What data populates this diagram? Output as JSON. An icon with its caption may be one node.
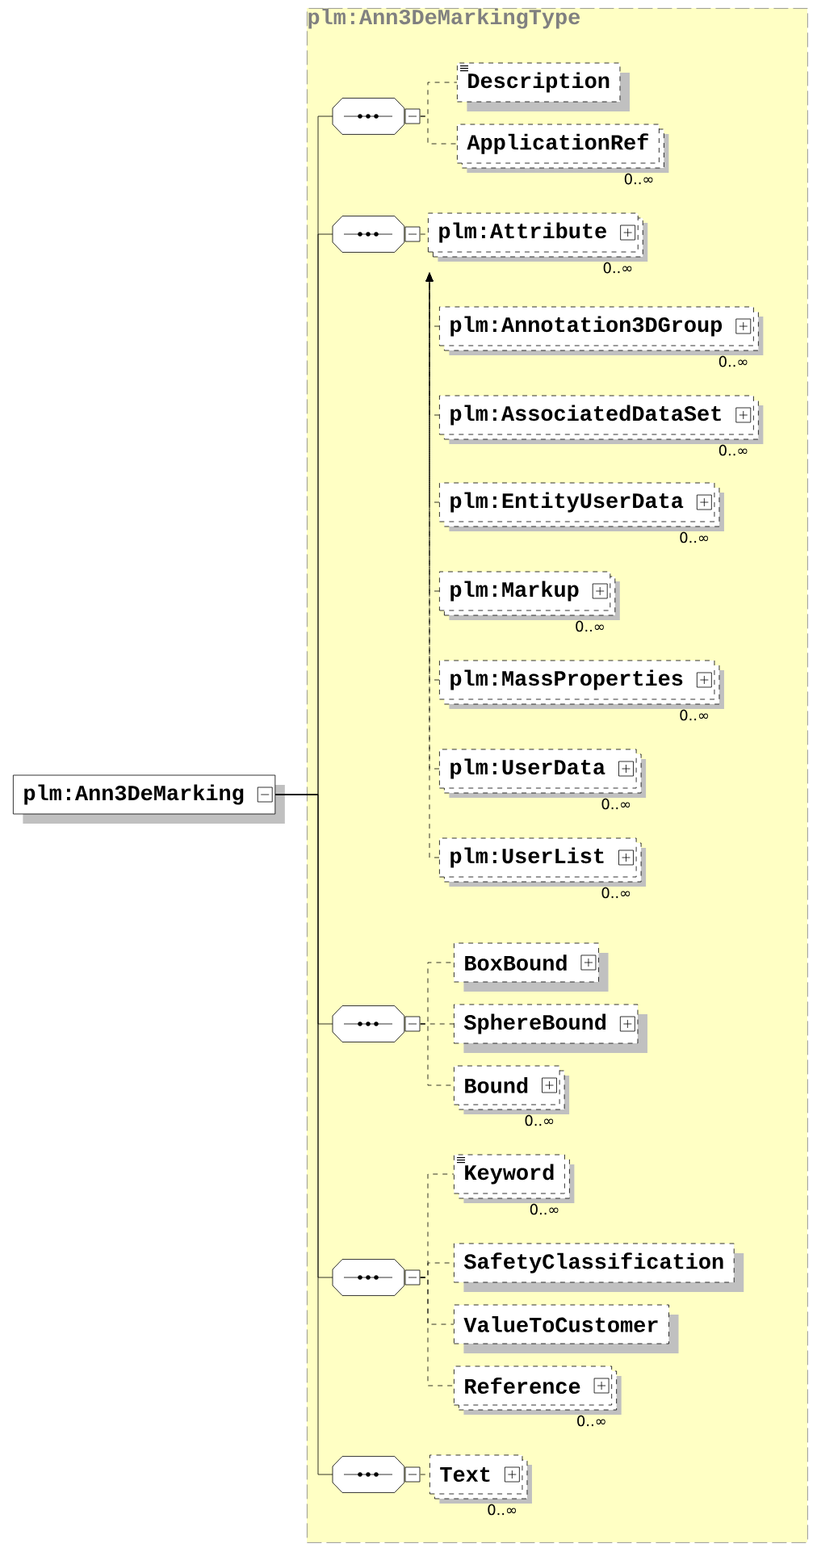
{
  "diagram": {
    "nodes": [
      {
        "text": [
          "plm:Ann3DeMarking"
        ]
      },
      {
        "text": [
          "plm:Ann3DeMarkingType"
        ]
      },
      {
        "text": [],
        "shape": "octagon",
        "in": 1
      },
      {
        "text": [
          "Description"
        ],
        "in": 1
      },
      {
        "text": [
          "ApplicationRef"
        ],
        "beside": [
          "0..∞"
        ],
        "in": 1
      },
      {
        "text": [],
        "shape": "octagon",
        "in": 1
      },
      {
        "text": [
          "plm:Attribute"
        ],
        "beside": [
          "0..∞"
        ],
        "in": 1
      },
      {
        "text": [
          "plm:Annotation3DGroup"
        ],
        "beside": [
          "0..∞"
        ],
        "in": 1
      },
      {
        "text": [
          "plm:AssociatedDataSet"
        ],
        "beside": [
          "0..∞"
        ],
        "in": 1
      },
      {
        "text": [
          "plm:EntityUserData"
        ],
        "beside": [
          "0..∞"
        ],
        "in": 1
      },
      {
        "text": [
          "plm:Markup"
        ],
        "beside": [
          "0..∞"
        ],
        "in": 1
      },
      {
        "text": [
          "plm:MassProperties"
        ],
        "beside": [
          "0..∞"
        ],
        "in": 1
      },
      {
        "text": [
          "plm:UserData"
        ],
        "beside": [
          "0..∞"
        ],
        "in": 1
      },
      {
        "text": [
          "plm:UserList"
        ],
        "beside": [
          "0..∞"
        ],
        "in": 1
      },
      {
        "text": [],
        "shape": "octagon",
        "in": 1
      },
      {
        "text": [
          "BoxBound"
        ],
        "in": 1
      },
      {
        "text": [
          "SphereBound"
        ],
        "in": 1
      },
      {
        "text": [
          "Bound"
        ],
        "beside": [
          "0..∞"
        ],
        "in": 1
      },
      {
        "text": [],
        "shape": "octagon",
        "in": 1
      },
      {
        "text": [
          "Keyword"
        ],
        "beside": [
          "0..∞"
        ],
        "in": 1
      },
      {
        "text": [
          "SafetyClassification"
        ],
        "in": 1
      },
      {
        "text": [
          "ValueToCustomer"
        ],
        "in": 1
      },
      {
        "text": [
          "Reference"
        ],
        "beside": [
          "0..∞"
        ],
        "in": 1
      },
      {
        "text": [],
        "shape": "octagon",
        "in": 1
      },
      {
        "text": [
          "Text"
        ],
        "beside": [
          "0..∞"
        ],
        "in": 1
      }
    ],
    "edges": [
      {
        "from": 0,
        "to": 2,
        "arrow": "none"
      },
      {
        "from": 0,
        "to": 5,
        "arrow": "none"
      },
      {
        "from": 0,
        "to": 14,
        "arrow": "none"
      },
      {
        "from": 0,
        "to": 18,
        "arrow": "none"
      },
      {
        "from": 0,
        "to": 23,
        "arrow": "none"
      },
      {
        "from": 2,
        "to": 3,
        "arrow": "none",
        "style": "dashed"
      },
      {
        "from": 2,
        "to": 4,
        "arrow": "none",
        "style": "dashed"
      },
      {
        "from": 5,
        "to": 6,
        "arrow": "none",
        "style": "dashed"
      },
      {
        "from": 7,
        "to": 6,
        "arrow": "to",
        "style": "dashed"
      },
      {
        "from": 8,
        "to": 6,
        "arrow": "to",
        "style": "dashed"
      },
      {
        "from": 9,
        "to": 6,
        "arrow": "to",
        "style": "dashed"
      },
      {
        "from": 10,
        "to": 6,
        "arrow": "to",
        "style": "dashed"
      },
      {
        "from": 11,
        "to": 6,
        "arrow": "to",
        "style": "dashed"
      },
      {
        "from": 12,
        "to": 6,
        "arrow": "to",
        "style": "dashed"
      },
      {
        "from": 13,
        "to": 6,
        "arrow": "to",
        "style": "dashed"
      },
      {
        "from": 14,
        "to": 15,
        "arrow": "none",
        "style": "dashed"
      },
      {
        "from": 14,
        "to": 16,
        "arrow": "none",
        "style": "dashed"
      },
      {
        "from": 14,
        "to": 17,
        "arrow": "none",
        "style": "dashed"
      },
      {
        "from": 18,
        "to": 19,
        "arrow": "none",
        "style": "dashed"
      },
      {
        "from": 18,
        "to": 20,
        "arrow": "none",
        "style": "dashed"
      },
      {
        "from": 18,
        "to": 21,
        "arrow": "none",
        "style": "dashed"
      },
      {
        "from": 18,
        "to": 22,
        "arrow": "none",
        "style": "dashed"
      },
      {
        "from": 23,
        "to": 24,
        "arrow": "none",
        "style": "dashed"
      }
    ]
  }
}
